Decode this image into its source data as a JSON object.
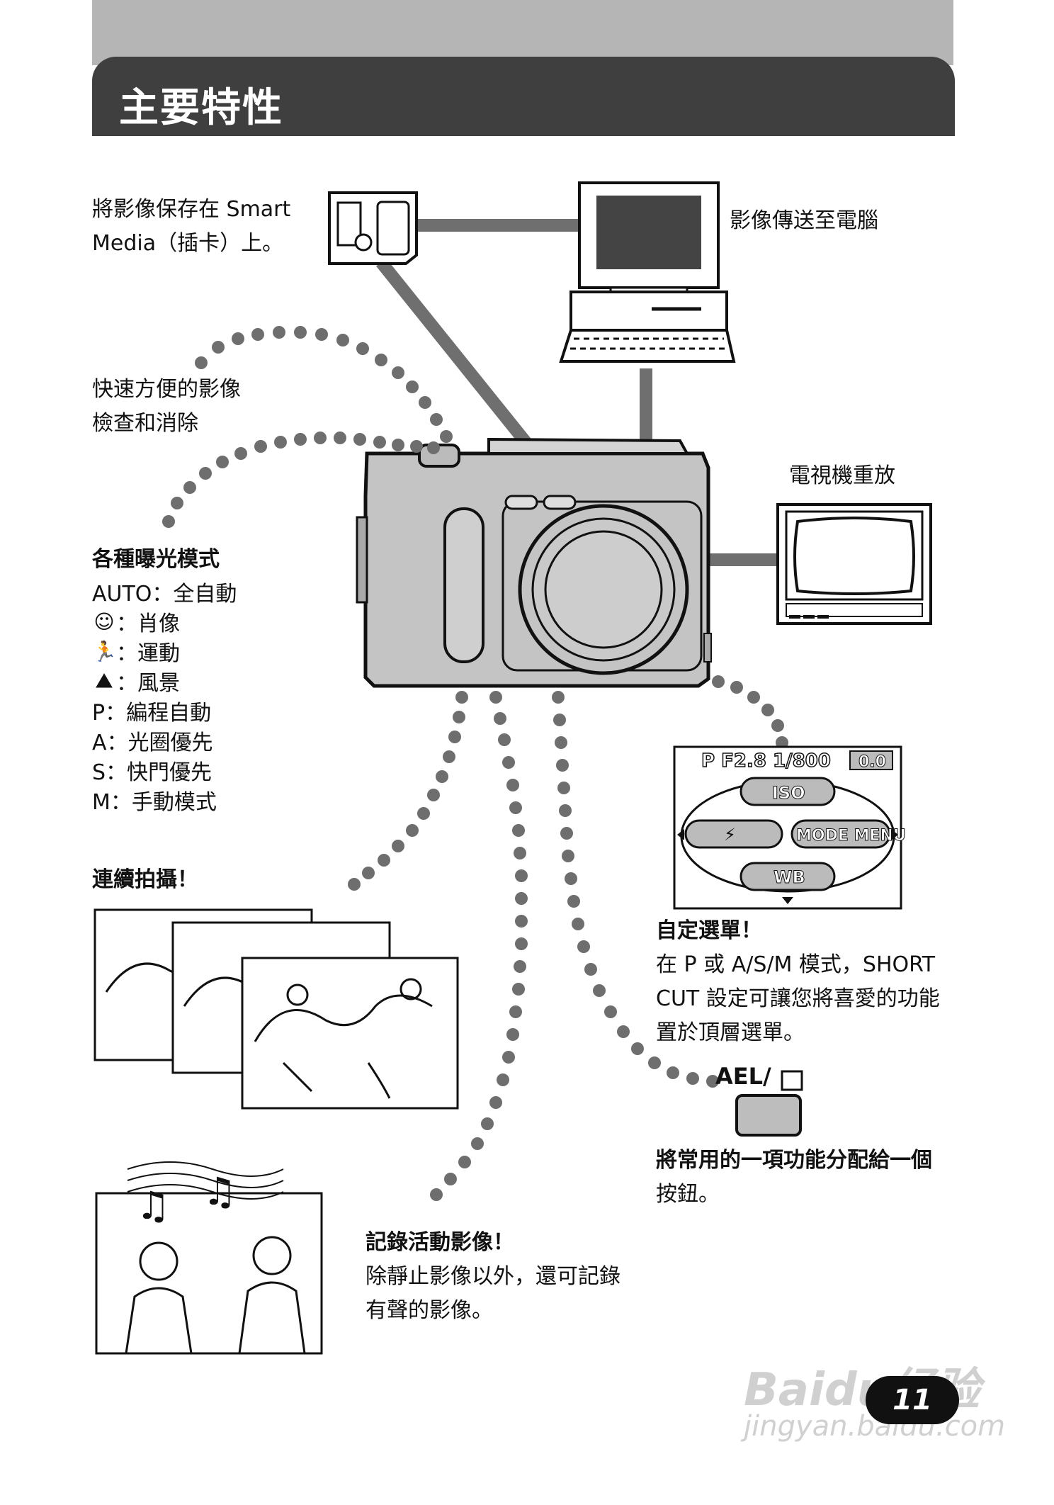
{
  "header": {
    "title": "主要特性"
  },
  "features": {
    "smartmedia": {
      "line1": "將影像保存在 Smart",
      "line2": "Media（插卡）上。"
    },
    "to_pc": "影像傳送至電腦",
    "quick_review": {
      "line1": "快速方便的影像",
      "line2": "檢查和消除"
    },
    "tv_playback": "電視機重放",
    "exposure": {
      "title": "各種曝光模式",
      "auto": "AUTO：全自動",
      "modes": [
        {
          "icon": "portrait-icon",
          "label": "：肖像"
        },
        {
          "icon": "sports-icon",
          "label": "：運動"
        },
        {
          "icon": "landscape-icon",
          "label": "：風景"
        }
      ],
      "p": "P：編程自動",
      "a": "A：光圈優先",
      "s": "S：快門優先",
      "m": "M：手動模式"
    },
    "continuous": "連續拍攝！",
    "custom_menu": {
      "title": "自定選單！",
      "line1": "在 P 或 A/S/M 模式，SHORT",
      "line2": "CUT 設定可讓您將喜愛的功能",
      "line3": "置於頂層選單。"
    },
    "ael_label": "AEL/",
    "assign_button": {
      "line1": "將常用的一項功能分配給一個",
      "line2": "按鈕。"
    },
    "movie": {
      "title": "記錄活動影像！",
      "line1": "除靜止影像以外，還可記錄",
      "line2": "有聲的影像。"
    }
  },
  "screen": {
    "status": "P F2.8 1/800",
    "exposure_comp": "0.0",
    "iso": "ISO",
    "mode_menu": "MODE MENU",
    "wb": "WB"
  },
  "page_number": "11",
  "watermark": {
    "line1": "Baidu经验",
    "line2": "jingyan.baidu.com"
  }
}
